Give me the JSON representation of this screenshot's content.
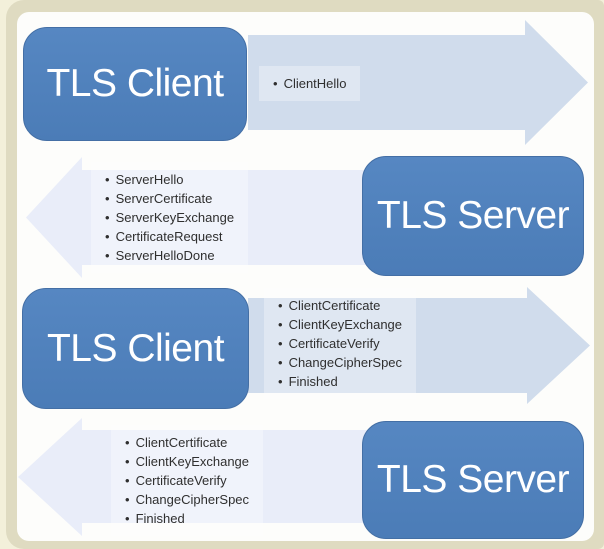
{
  "glyphs": {
    "bullet": "•"
  },
  "colors": {
    "page_background": "#f3f0da",
    "frame_band": "#dfdbc1",
    "panel_background": "#fdfdfb",
    "node_fill": "#4f81bd",
    "node_text": "#ffffff",
    "arrow_strong_fill": "#d0dcec",
    "arrow_light_fill": "#e9edf9",
    "bullet_text": "#2f2f2f"
  },
  "nodes": [
    {
      "label": "TLS Client"
    },
    {
      "label": "TLS Server"
    },
    {
      "label": "TLS Client"
    },
    {
      "label": "TLS Server"
    }
  ],
  "flows": [
    {
      "direction": "right",
      "messages": [
        "ClientHello"
      ]
    },
    {
      "direction": "left",
      "messages": [
        "ServerHello",
        "ServerCertificate",
        "ServerKeyExchange",
        "CertificateRequest",
        "ServerHelloDone"
      ]
    },
    {
      "direction": "right",
      "messages": [
        "ClientCertificate",
        "ClientKeyExchange",
        "CertificateVerify",
        "ChangeCipherSpec",
        "Finished"
      ]
    },
    {
      "direction": "left",
      "messages": [
        "ClientCertificate",
        "ClientKeyExchange",
        "CertificateVerify",
        "ChangeCipherSpec",
        "Finished"
      ]
    }
  ]
}
